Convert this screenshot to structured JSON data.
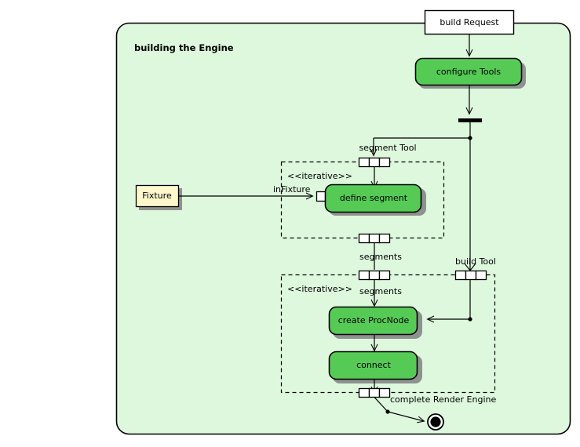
{
  "diagram": {
    "title": "building the Engine",
    "container": {
      "fill": "#ddf8dd",
      "stroke": "#000000"
    },
    "colors": {
      "activity_fill": "#55cb55",
      "activity_stroke": "#000000",
      "object_fill": "#fdf7cc",
      "object_stroke": "#000000",
      "shadow": "#808080",
      "pin_fill": "#ffffff",
      "edge": "#000000",
      "background": "#ffffff"
    },
    "nodes": {
      "build_request": {
        "label": "build Request",
        "type": "object-node"
      },
      "configure_tools": {
        "label": "configure Tools",
        "type": "activity"
      },
      "fixture": {
        "label": "Fixture",
        "type": "object-node"
      },
      "define_segment": {
        "label": "define segment",
        "type": "activity"
      },
      "create_procnode": {
        "label": "create ProcNode",
        "type": "activity"
      },
      "connect": {
        "label": "connect",
        "type": "activity"
      },
      "final_node": {
        "label": "",
        "type": "final-node"
      },
      "fork_bar": {
        "label": "",
        "type": "fork"
      }
    },
    "regions": [
      {
        "id": "region-define-segment",
        "stereotype": "<<iterative>>"
      },
      {
        "id": "region-create-connect",
        "stereotype": "<<iterative>>"
      }
    ],
    "edge_labels": {
      "segment_tool": "segment Tool",
      "in_fixture": "inFixture",
      "segments_out": "segments",
      "segments_in": "segments",
      "build_tool": "build Tool",
      "complete_render_engine": "complete Render Engine"
    }
  }
}
